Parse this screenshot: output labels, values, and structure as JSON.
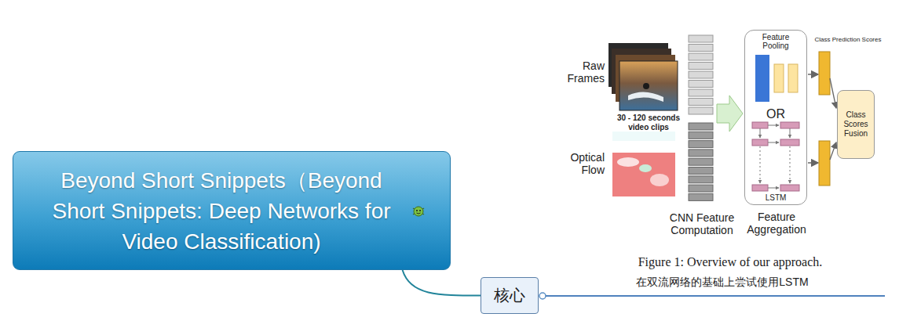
{
  "diagram": {
    "nodes": [
      {
        "text": [
          "Beyond Short Snippets（Beyond Short Snippets: Deep Networks for Video Classification)"
        ]
      },
      {
        "text": [
          "核心"
        ]
      },
      {
        "text": [
          "Feature Pooling",
          "OR",
          "LSTM",
          "Feature Aggregation"
        ]
      },
      {
        "text": [
          "Class Scores Fusion"
        ]
      }
    ],
    "edges": [
      {
        "from": 0,
        "to": 1,
        "arrow": "none"
      }
    ],
    "labels": [
      "Raw Frames",
      "30 - 120 seconds video clips",
      "Optical Flow",
      "CNN Feature Computation",
      "Class Prediction Scores",
      "Figure 1: Overview of our approach.",
      "在双流网络的基础上尝试使用LSTM"
    ]
  }
}
